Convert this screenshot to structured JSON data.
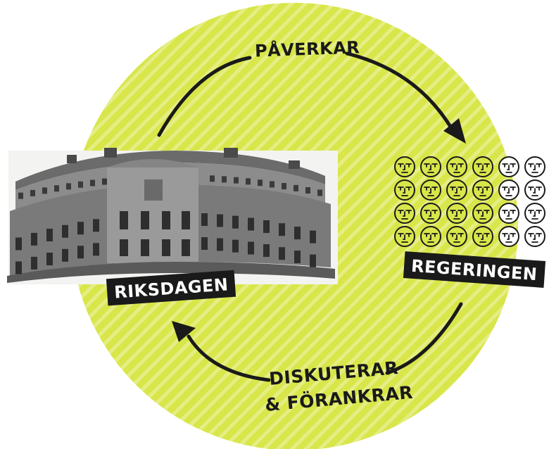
{
  "diagram": {
    "top_label": "PÅVERKAR",
    "bottom_label_line1": "DISKUTERAR",
    "bottom_label_line2": "& FÖRANKRAR",
    "left_node": "RIKSDAGEN",
    "right_node": "REGERINGEN"
  },
  "faces": {
    "rows": 4,
    "cols": 6
  },
  "colors": {
    "circle_fill": "#d8e64a",
    "stripe": "#e8ef8a",
    "ink": "#1a1a1a",
    "label_bg": "#1a1a1a",
    "label_text": "#ffffff",
    "face_fill": "#d8e64a",
    "face_fill_outside": "#ffffff"
  },
  "icons": [
    "clockwise-arrow-top",
    "clockwise-arrow-bottom",
    "parliament-building-image",
    "face-icon"
  ]
}
